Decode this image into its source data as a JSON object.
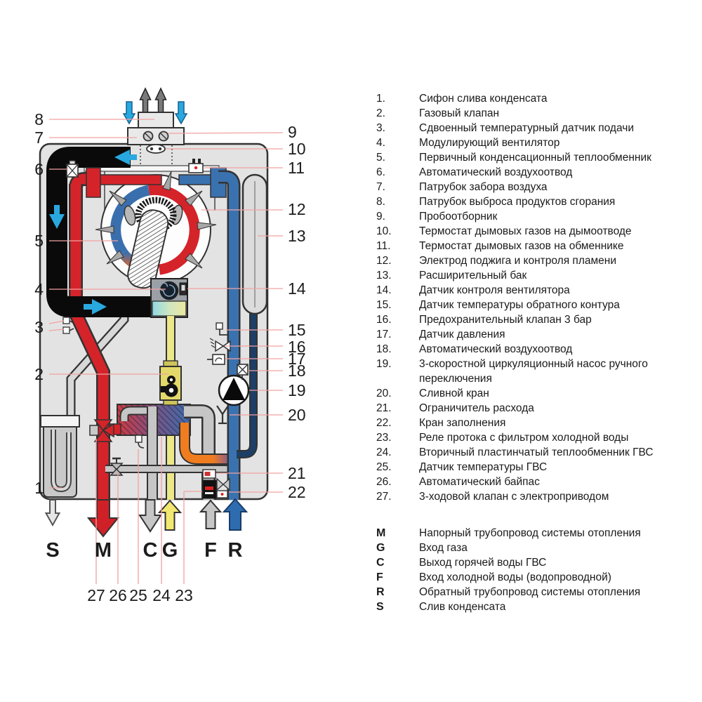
{
  "legend": {
    "items": [
      {
        "num": "1.",
        "text": "Сифон слива  конденсата"
      },
      {
        "num": "2.",
        "text": "Газовый клапан"
      },
      {
        "num": "3.",
        "text": "Сдвоенный температурный датчик подачи"
      },
      {
        "num": "4.",
        "text": "Модулирующий вентилятор"
      },
      {
        "num": "5.",
        "text": "Первичный конденсационный теплообменник"
      },
      {
        "num": "6.",
        "text": "Автоматический воздухоотвод"
      },
      {
        "num": "7.",
        "text": "Патрубок забора воздуха"
      },
      {
        "num": "8.",
        "text": "Патрубок выброса продуктов сгорания"
      },
      {
        "num": "9.",
        "text": "Пробоотборник"
      },
      {
        "num": "10.",
        "text": "Термостат дымовых газов на дымоотводе"
      },
      {
        "num": "11.",
        "text": "Термостат дымовых газов на обменнике"
      },
      {
        "num": "12.",
        "text": "Электрод поджига и контроля пламени"
      },
      {
        "num": "13.",
        "text": "Расширительный бак"
      },
      {
        "num": "14.",
        "text": "Датчик контроля вентилятора"
      },
      {
        "num": "15.",
        "text": "Датчик температуры обратного контура"
      },
      {
        "num": "16.",
        "text": "Предохранительный клапан 3 бар"
      },
      {
        "num": "17.",
        "text": "Датчик давления"
      },
      {
        "num": "18.",
        "text": "Автоматический воздухоотвод"
      },
      {
        "num": "19.",
        "text": "3-скоростной циркуляционный насос ручного\nпереключения"
      },
      {
        "num": "20.",
        "text": "Сливной кран"
      },
      {
        "num": "21.",
        "text": "Ограничитель расхода"
      },
      {
        "num": "22.",
        "text": "Кран заполнения"
      },
      {
        "num": "23.",
        "text": "Реле протока с фильтром холодной воды"
      },
      {
        "num": "24.",
        "text": "Вторичный пластинчатый теплообменник ГВС"
      },
      {
        "num": "25.",
        "text": "Датчик температуры ГВС"
      },
      {
        "num": "26.",
        "text": "Автоматический байпас"
      },
      {
        "num": "27.",
        "text": "3-ходовой клапан с электроприводом"
      }
    ],
    "ports": [
      {
        "key": "M",
        "text": "Напорный трубопровод системы отопления"
      },
      {
        "key": "G",
        "text": "Вход газа"
      },
      {
        "key": "C",
        "text": "Выход горячей воды ГВС"
      },
      {
        "key": "F",
        "text": "Вход холодной воды (водопроводной)"
      },
      {
        "key": "R",
        "text": "Обратный трубопровод системы отопления"
      },
      {
        "key": "S",
        "text": "Слив конденсата"
      }
    ]
  },
  "diagram": {
    "callouts": {
      "n1": "1",
      "n2": "2",
      "n3": "3",
      "n4": "4",
      "n5": "5",
      "n6": "6",
      "n7": "7",
      "n8": "8",
      "n9": "9",
      "n10": "10",
      "n11": "11",
      "n12": "12",
      "n13": "13",
      "n14": "14",
      "n15": "15",
      "n16": "16",
      "n17": "17",
      "n18": "18",
      "n19": "19",
      "n20": "20",
      "n21": "21",
      "n22": "22",
      "n23": "23",
      "n24": "24",
      "n25": "25",
      "n26": "26",
      "n27": "27"
    },
    "ports": {
      "S": "S",
      "M": "M",
      "C": "C",
      "G": "G",
      "F": "F",
      "R": "R"
    },
    "colors": {
      "heating_supply_red": "#d5232a",
      "heating_return_blue": "#3a72b0",
      "gas_yellow": "#ece789",
      "cold_water_gray": "#c6c6c6",
      "dhw_orange": "#ef7d1f",
      "air_intake_cyan": "#29a8e0",
      "expansion_navy": "#1d3f66",
      "leader_pink": "#f2a2a2"
    }
  }
}
